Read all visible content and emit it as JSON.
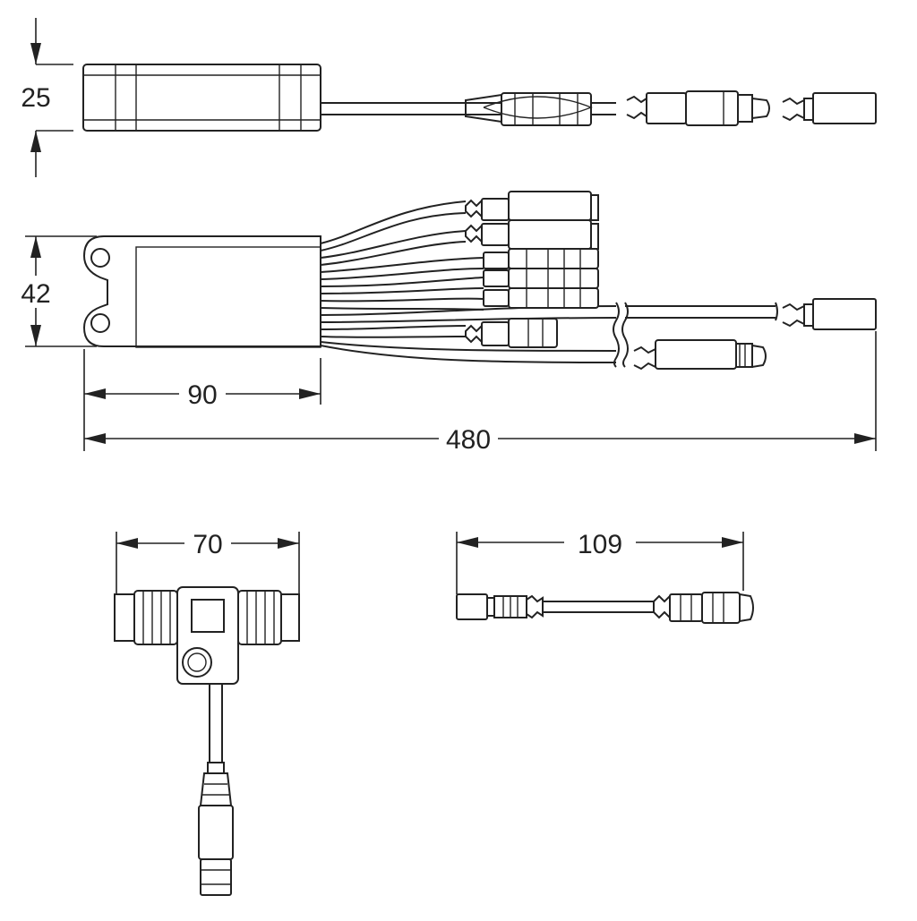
{
  "dimensions": {
    "height_top": "25",
    "height_middle": "42",
    "width_box": "90",
    "length_total": "480",
    "width_t_connector": "70",
    "length_adapter": "109"
  },
  "colors": {
    "line": "#222222",
    "background": "#ffffff"
  }
}
